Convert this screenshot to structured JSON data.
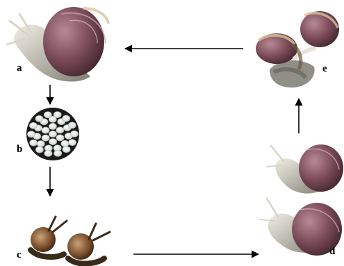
{
  "labels": {
    "a": "a",
    "b": "b",
    "c": "c",
    "d": "d",
    "e": "e"
  },
  "stages": [
    {
      "id": "a",
      "depicts": "adult-snail"
    },
    {
      "id": "b",
      "depicts": "egg-clutch"
    },
    {
      "id": "c",
      "depicts": "juvenile-snails"
    },
    {
      "id": "d",
      "depicts": "subadult-snails"
    },
    {
      "id": "e",
      "depicts": "mating-snails"
    }
  ],
  "flow": [
    {
      "from": "a",
      "to": "b"
    },
    {
      "from": "b",
      "to": "c"
    },
    {
      "from": "c",
      "to": "d"
    },
    {
      "from": "d",
      "to": "e"
    },
    {
      "from": "e",
      "to": "a"
    }
  ],
  "colors": {
    "shell": "#7a4a57",
    "shell_dark": "#4a2a33",
    "body": "#9a9a92",
    "foot": "#e7e3d8",
    "egg": "#eef2ee",
    "plate": "#1a1a1a",
    "arrow": "#000000"
  }
}
